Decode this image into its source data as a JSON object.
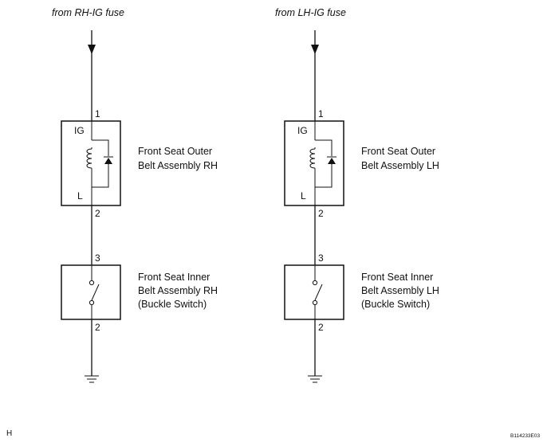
{
  "circuits": [
    {
      "source_label": "from RH-IG fuse",
      "outer": {
        "pin_top": "1",
        "pin_bottom": "2",
        "terminal_top": "IG",
        "terminal_bottom": "L",
        "name_line1": "Front Seat Outer",
        "name_line2": "Belt Assembly RH"
      },
      "inner": {
        "pin_top": "3",
        "pin_bottom": "2",
        "name_line1": "Front Seat Inner",
        "name_line2": "Belt Assembly RH",
        "name_line3": "(Buckle Switch)"
      }
    },
    {
      "source_label": "from LH-IG fuse",
      "outer": {
        "pin_top": "1",
        "pin_bottom": "2",
        "terminal_top": "IG",
        "terminal_bottom": "L",
        "name_line1": "Front Seat Outer",
        "name_line2": "Belt Assembly LH"
      },
      "inner": {
        "pin_top": "3",
        "pin_bottom": "2",
        "name_line1": "Front Seat Inner",
        "name_line2": "Belt Assembly LH",
        "name_line3": "(Buckle Switch)"
      }
    }
  ],
  "footer": {
    "left_mark": "H",
    "figure_id": "B114233E03"
  }
}
